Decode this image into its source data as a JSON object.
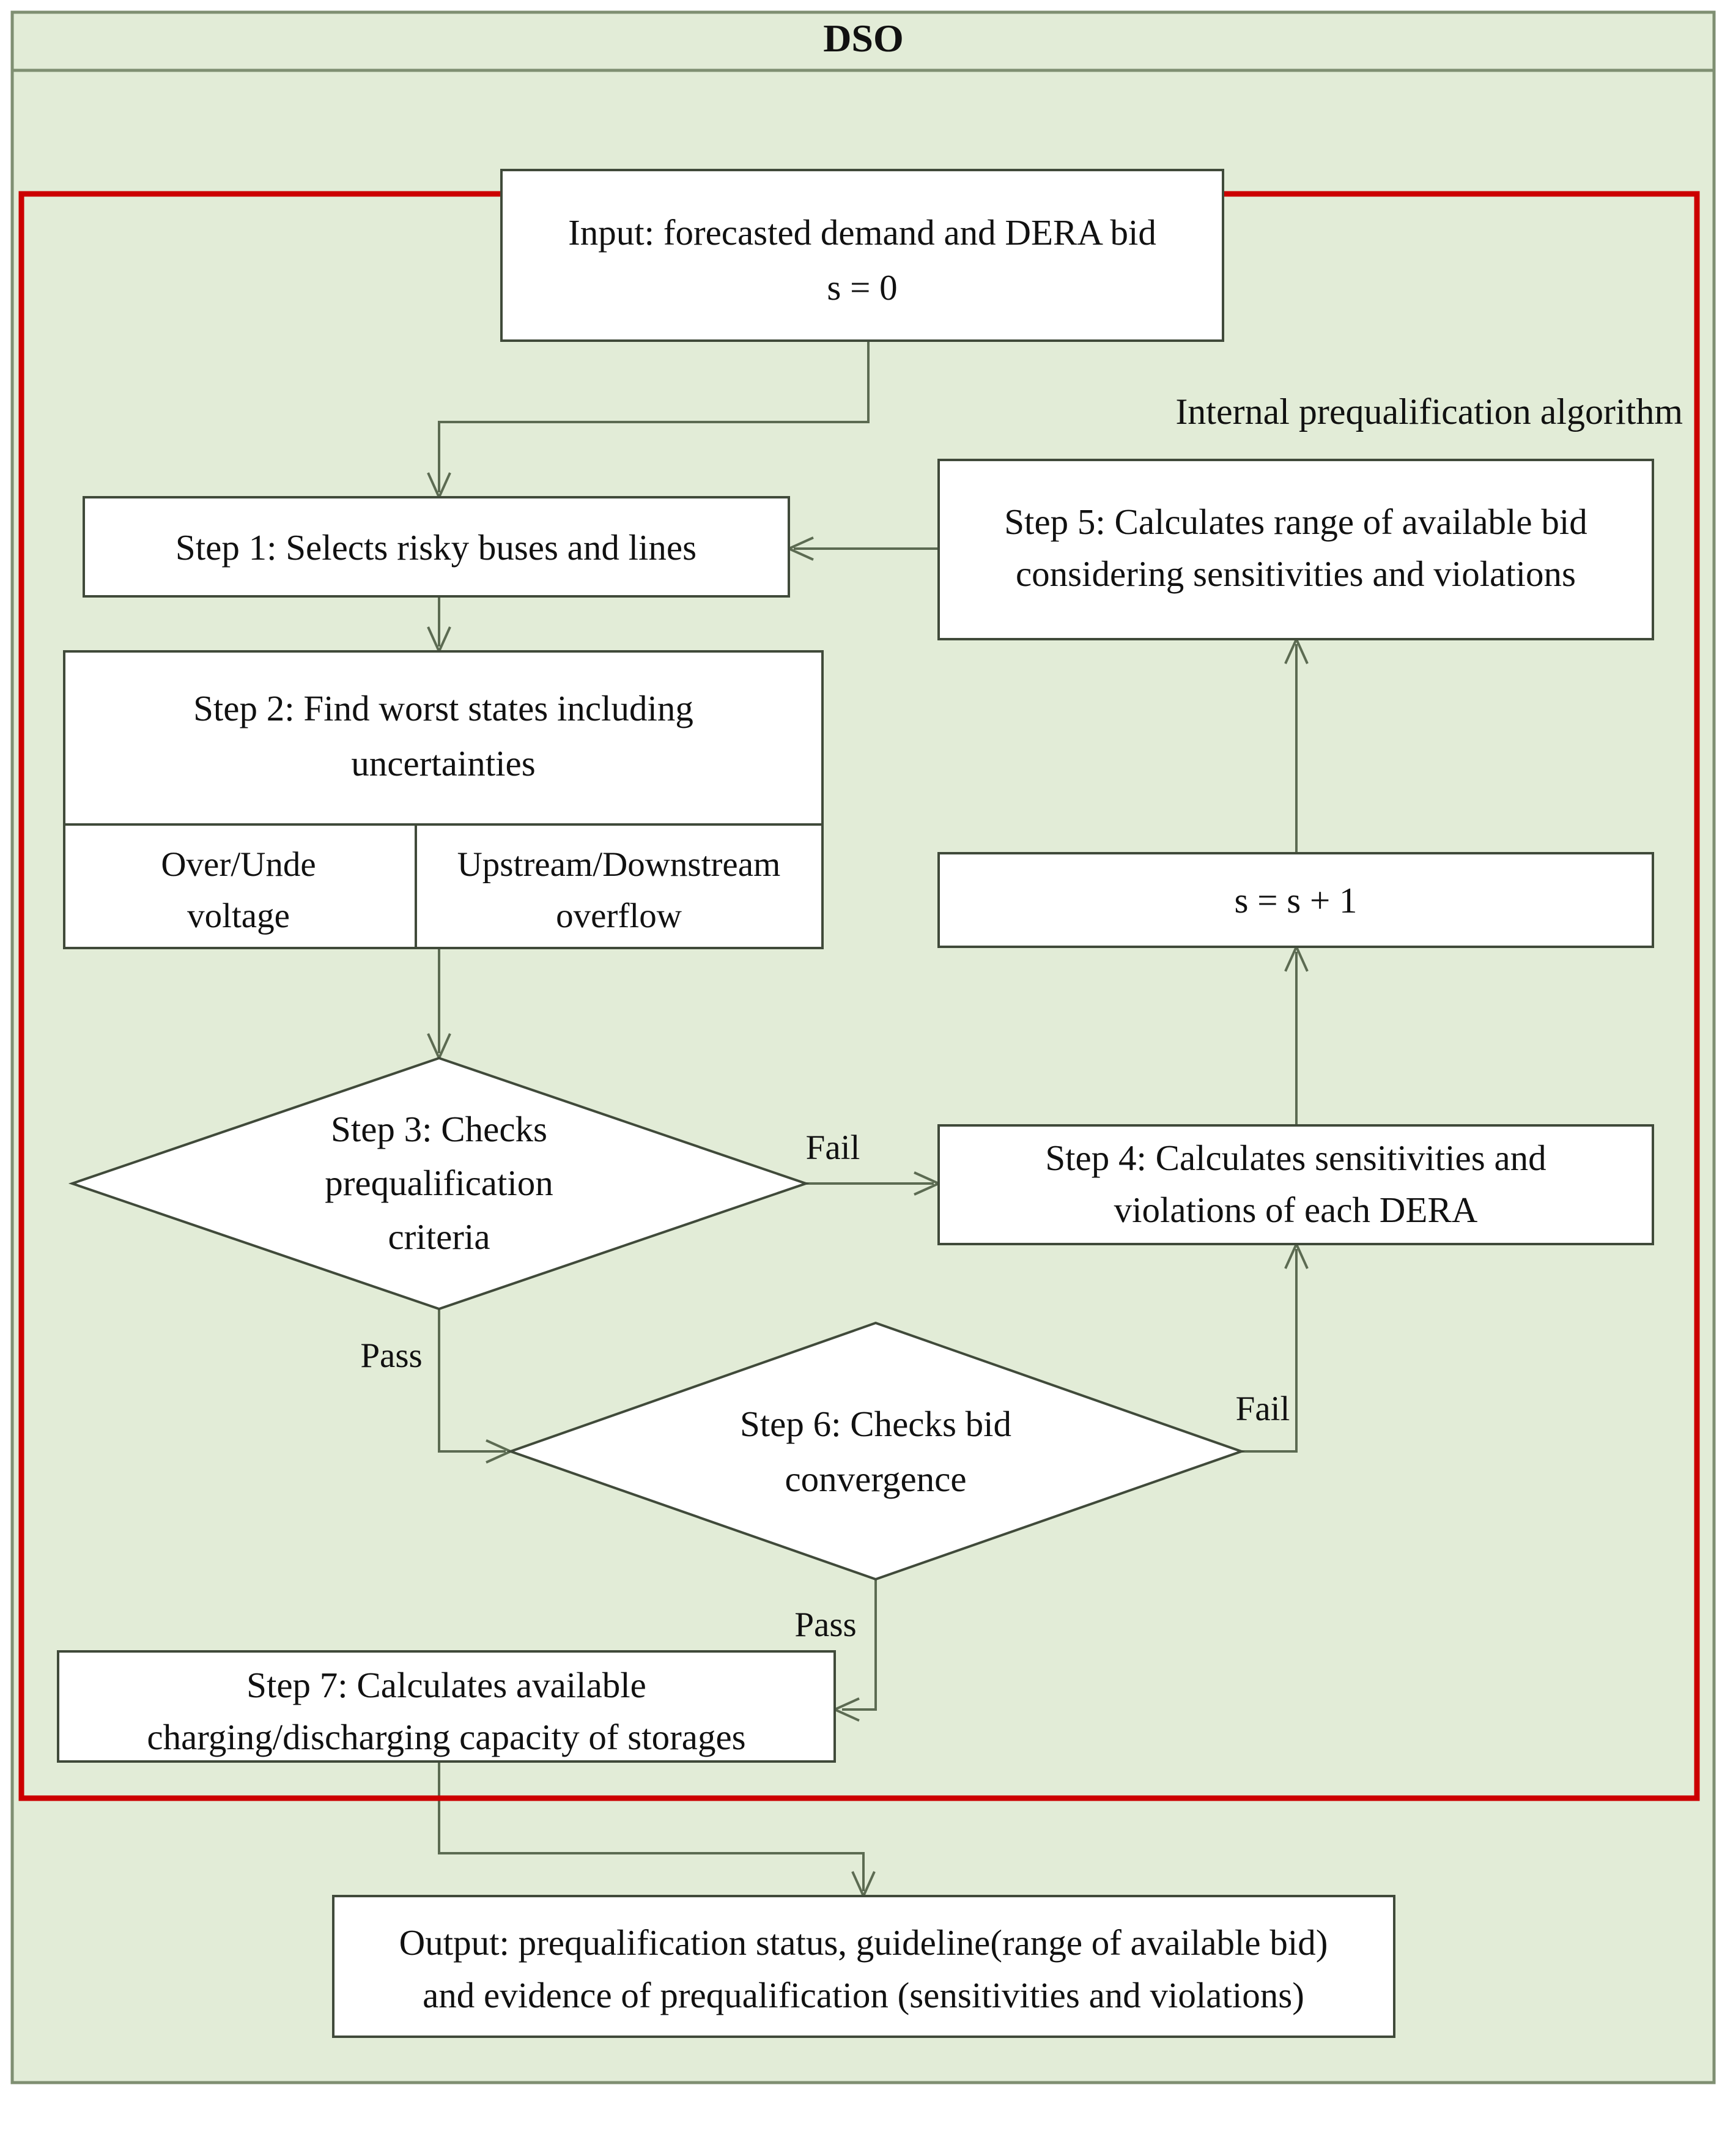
{
  "diagram": {
    "title": "DSO",
    "region_label": "Internal prequalification algorithm",
    "colors": {
      "panel_background": "#e2ecd7",
      "panel_border": "#7f8f72",
      "region_border": "#cc0000",
      "node_fill": "#ffffff",
      "node_border": "#404a3a",
      "connector": "#5c6b52",
      "text": "#111111"
    },
    "nodes": {
      "input": {
        "shape": "rectangle",
        "line1": "Input: forecasted demand and DERA bid",
        "line2": "s = 0"
      },
      "step1": {
        "shape": "rectangle",
        "line1": "Step 1: Selects risky buses and lines"
      },
      "step2": {
        "shape": "rectangle",
        "line1": "Step 2: Find worst states including",
        "line2": "uncertainties",
        "sub_left_line1": "Over/Unde",
        "sub_left_line2": "voltage",
        "sub_right_line1": "Upstream/Downstream",
        "sub_right_line2": "overflow"
      },
      "step3": {
        "shape": "diamond",
        "line1": "Step 3: Checks",
        "line2": "prequalification",
        "line3": "criteria"
      },
      "step4": {
        "shape": "rectangle",
        "line1": "Step 4: Calculates sensitivities and",
        "line2": "violations of each DERA"
      },
      "counter": {
        "shape": "rectangle",
        "line1": "s = s + 1"
      },
      "step5": {
        "shape": "rectangle",
        "line1": "Step 5: Calculates range of available bid",
        "line2": "considering sensitivities and violations"
      },
      "step6": {
        "shape": "diamond",
        "line1": "Step 6: Checks bid",
        "line2": "convergence"
      },
      "step7": {
        "shape": "rectangle",
        "line1": "Step 7: Calculates available",
        "line2": "charging/discharging capacity of storages"
      },
      "output": {
        "shape": "rectangle",
        "line1": "Output: prequalification status, guideline(range of available bid)",
        "line2": "and evidence of prequalification (sensitivities and violations)"
      }
    },
    "edge_labels": {
      "step3_fail": "Fail",
      "step3_pass": "Pass",
      "step6_fail": "Fail",
      "step6_pass": "Pass"
    }
  }
}
